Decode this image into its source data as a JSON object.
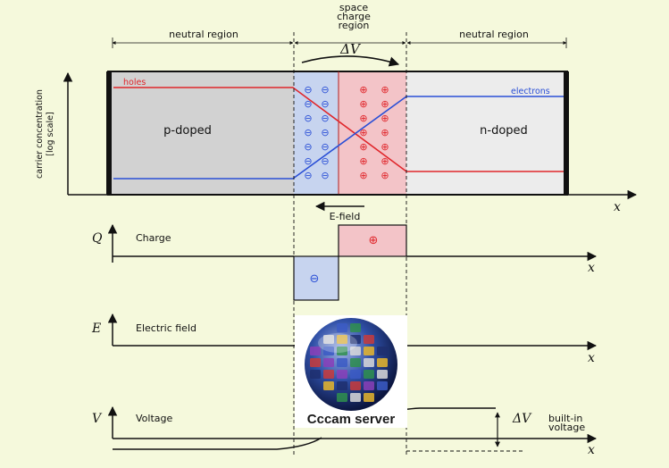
{
  "top": {
    "neutral_left": "neutral region",
    "space_charge_line1": "space",
    "space_charge_line2": "charge",
    "space_charge_line3": "region",
    "neutral_right": "neutral region",
    "delta_v": "ΔV"
  },
  "concentration": {
    "y_label_line1": "carrier concentration",
    "y_label_line2": "[log scale]",
    "holes": "holes",
    "electrons": "electrons",
    "p_doped": "p-doped",
    "n_doped": "n-doped",
    "x_axis": "x",
    "e_field": "E-field",
    "minus_sign": "⊖",
    "plus_sign": "⊕"
  },
  "charge": {
    "symbol": "Q",
    "label": "Charge",
    "x_axis": "x"
  },
  "field": {
    "symbol": "E",
    "label": "Electric field",
    "x_axis": "x"
  },
  "voltage": {
    "symbol": "V",
    "label": "Voltage",
    "x_axis": "x",
    "delta_v": "ΔV",
    "builtin_line1": "built-in",
    "builtin_line2": "voltage"
  },
  "watermark": {
    "caption": "Cccam server"
  },
  "colors": {
    "holes": "#e0262b",
    "electrons": "#2a4fd6",
    "p_region": "#d2d2d2",
    "n_region": "#ececec",
    "depletion_neg": "#c7d4ef",
    "depletion_pos": "#f3c4c8"
  }
}
